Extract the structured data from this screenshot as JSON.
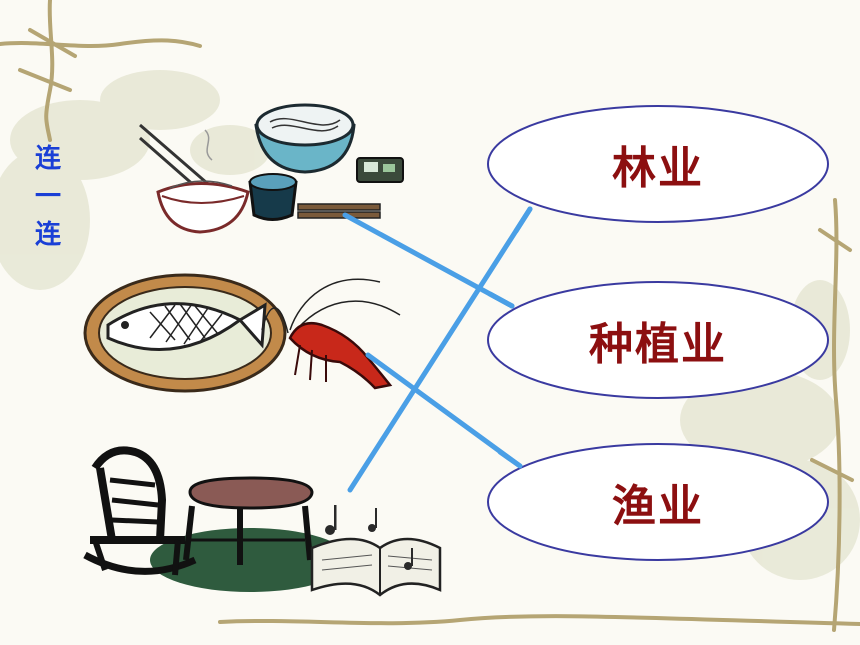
{
  "vertical_label": [
    "连",
    "一",
    "连"
  ],
  "categories": [
    {
      "id": "forestry",
      "label": "林业"
    },
    {
      "id": "planting",
      "label": "种植业"
    },
    {
      "id": "fishery",
      "label": "渔业"
    }
  ],
  "pictures": [
    {
      "id": "food",
      "icon": "food-bowls-icon"
    },
    {
      "id": "seafood",
      "icon": "fish-shrimp-icon"
    },
    {
      "id": "furniture",
      "icon": "furniture-icon"
    }
  ],
  "connections": [
    {
      "from": "food",
      "to": "planting"
    },
    {
      "from": "seafood",
      "to": "fishery"
    },
    {
      "from": "furniture",
      "to": "forestry"
    }
  ],
  "colors": {
    "line": "#4a9fe6",
    "label": "#8c0f10",
    "vertical": "#1a3fd6",
    "ellipse_stroke": "#3a3aa0"
  }
}
